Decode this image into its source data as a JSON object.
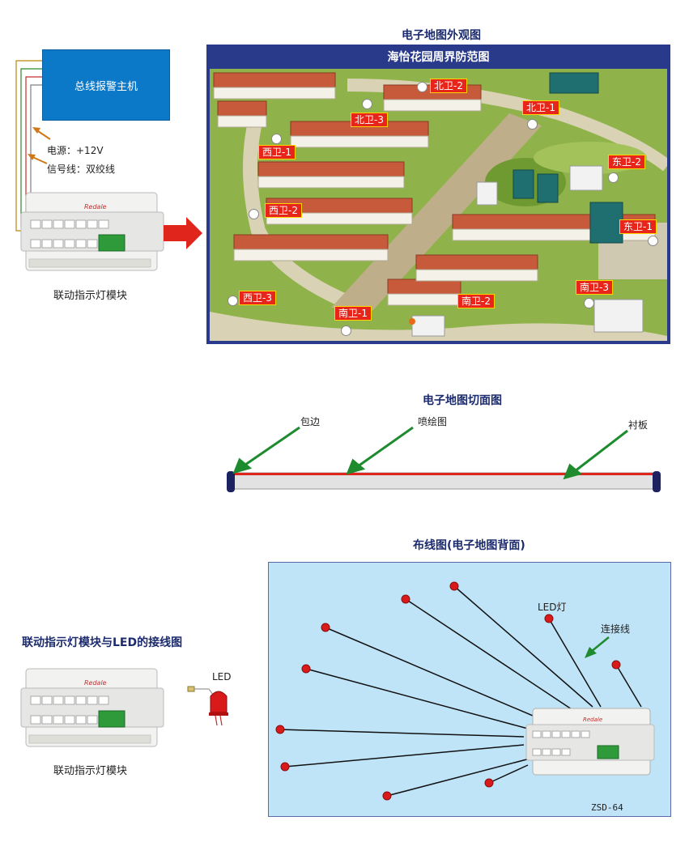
{
  "top": {
    "host_label": "总线报警主机",
    "power_label": "电源：+12V",
    "signal_label": "信号线：双绞线",
    "module_caption": "联动指示灯模块",
    "map_title": "电子地图外观图",
    "map_heading": "海怡花园周界防范图",
    "zones": [
      "北卫-2",
      "北卫-1",
      "北卫-3",
      "西卫-1",
      "东卫-2",
      "西卫-2",
      "东卫-1",
      "南卫-3",
      "西卫-3",
      "南卫-2",
      "南卫-1"
    ]
  },
  "section": {
    "title": "电子地图切面图",
    "labels": [
      "包边",
      "喷绘图",
      "衬板"
    ]
  },
  "wiring": {
    "title": "布线图(电子地图背面)",
    "led_label": "LED灯",
    "line_label": "连接线",
    "model": "ZSD-64"
  },
  "bottom_left": {
    "title": "联动指示灯模块与LED的接线图",
    "led_label": "LED",
    "module_caption": "联动指示灯模块",
    "brand": "Redale"
  },
  "colors": {
    "host_blue": "#0b78c8",
    "map_frame": "#2a3a8a",
    "tag_red": "#e8251a",
    "arrow_green": "#1e8c2e",
    "led_red": "#d81a1a"
  }
}
